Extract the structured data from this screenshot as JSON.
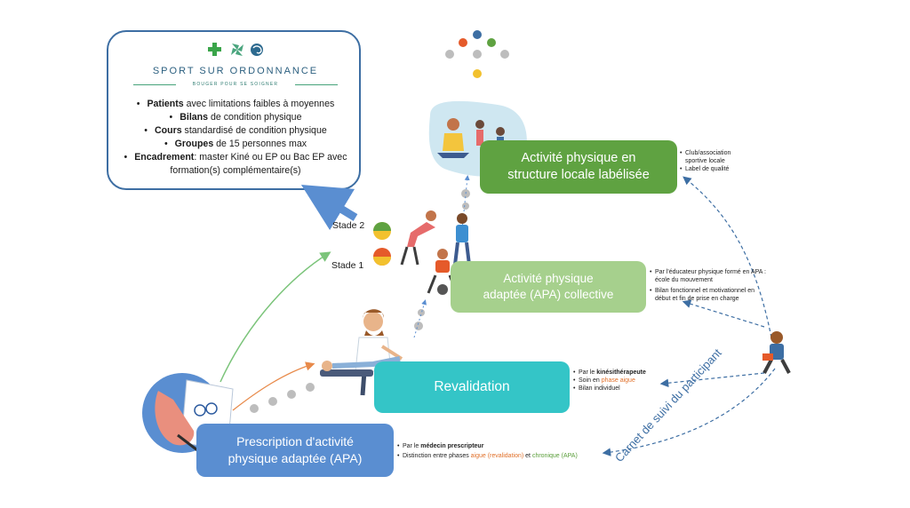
{
  "info_box": {
    "brand_title": "SPORT SUR ORDONNANCE",
    "brand_subtitle": "BOUGER POUR SE SOIGNER",
    "bullets": [
      {
        "bold": "Patients",
        "rest": " avec limitations faibles à moyennes"
      },
      {
        "bold": "Bilans",
        "rest": " de condition physique"
      },
      {
        "bold": "Cours",
        "rest": " standardisé de condition  physique"
      },
      {
        "bold": "Groupes",
        "rest": " de 15 personnes max"
      },
      {
        "bold": "Encadrement",
        "rest": ": master Kiné ou EP ou Bac EP avec formation(s) complémentaire(s)"
      }
    ]
  },
  "stages": {
    "stade2": "Stade 2",
    "stade1": "Stade 1"
  },
  "steps": {
    "structure": {
      "line1": "Activité physique en",
      "line2": "structure locale labélisée",
      "notes": [
        "Club/association sportive locale",
        "Label de qualité"
      ]
    },
    "apa": {
      "line1": "Activité physique",
      "line2": "adaptée (APA) collective",
      "notes": [
        "Par l'éducateur physique formé en APA : école du mouvement",
        "Bilan fonctionnel et motivationnel en début et fin de prise en charge"
      ]
    },
    "reva": {
      "title": "Revalidation",
      "note1_pre": "Par le ",
      "note1_bold": "kinésithérapeute",
      "note2_pre": "Soin en ",
      "note2_colored": "phase aigue",
      "note3": "Bilan individuel"
    },
    "presc": {
      "line1": "Prescription d'activité",
      "line2": "physique adaptée (APA)",
      "note1_pre": "Par le ",
      "note1_bold": "médecin prescripteur",
      "note2_pre": "Distinction entre phases ",
      "note2_aigue": "aigue (revalidation)",
      "note2_mid": " et ",
      "note2_chronique": "chronique (APA)"
    }
  },
  "carnet_label": "Carnet de suivi du participant",
  "colors": {
    "structure": "#5fa241",
    "apa": "#a6d08d",
    "revalidation": "#34c5c7",
    "prescription": "#5a8ed1",
    "frame": "#3d6ea3",
    "accent_orange": "#e0702a",
    "accent_green": "#5a9e3a"
  }
}
